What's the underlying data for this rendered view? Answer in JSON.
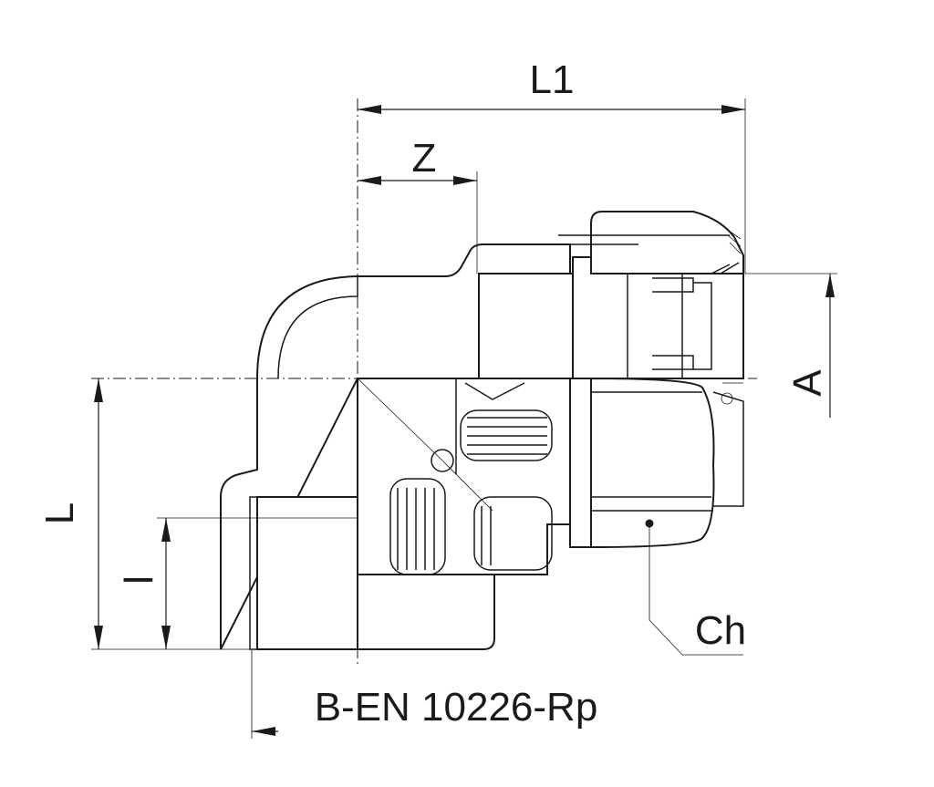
{
  "labels": {
    "L1": "L1",
    "Z": "Z",
    "A": "A",
    "L": "L",
    "l": "l",
    "Ch": "Ch",
    "thread": "B-EN 10226-Rp"
  },
  "colors": {
    "line": "#1a1a1a",
    "background": "#ffffff"
  }
}
